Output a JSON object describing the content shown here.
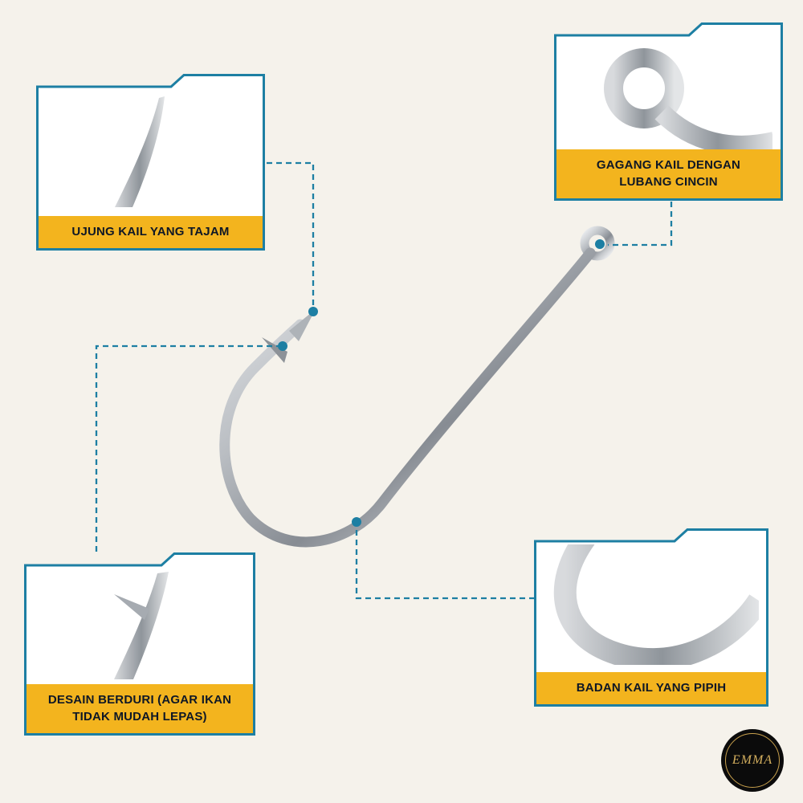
{
  "palette": {
    "background": "#f5f2eb",
    "accent_teal": "#1d7fa3",
    "label_yellow": "#f3b41e",
    "label_text": "#0e1726",
    "logo_gold": "#c9a14d",
    "metal_gray": "#9aa0a6"
  },
  "callouts": {
    "point": {
      "label": "UJUNG KAIL YANG TAJAM",
      "lines": [
        "UJUNG KAIL YANG TAJAM"
      ]
    },
    "eye": {
      "label": "GAGANG KAIL DENGAN LUBANG CINCIN",
      "lines": [
        "GAGANG KAIL DENGAN",
        "LUBANG CINCIN"
      ]
    },
    "barb": {
      "label": "DESAIN BERDURI (AGAR IKAN TIDAK MUDAH LEPAS)",
      "lines": [
        "DESAIN BERDURI (AGAR IKAN",
        "TIDAK MUDAH LEPAS)"
      ]
    },
    "body": {
      "label": "BADAN KAIL YANG PIPIH",
      "lines": [
        "BADAN KAIL YANG PIPIH"
      ]
    }
  },
  "logo": {
    "text": "EMMA"
  }
}
